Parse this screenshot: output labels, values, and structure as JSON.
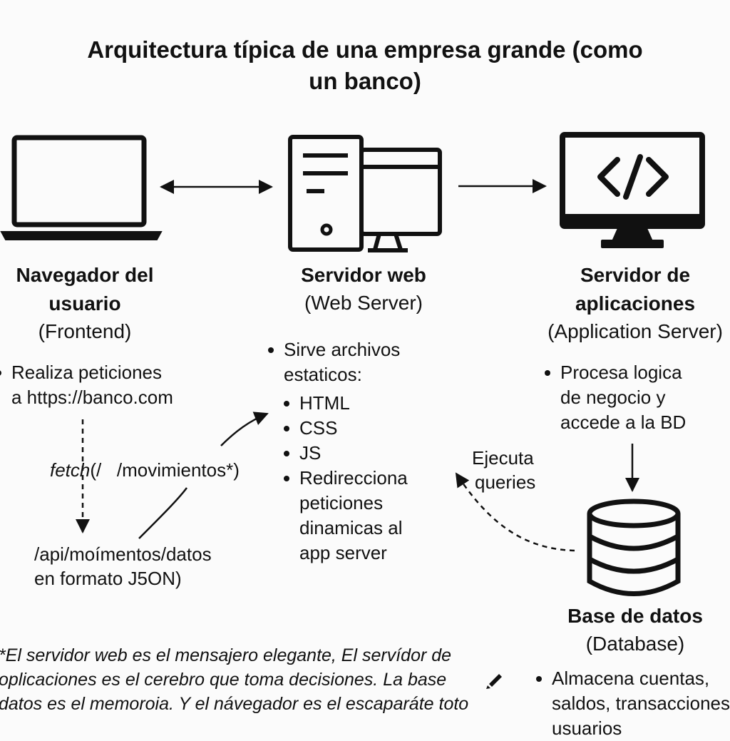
{
  "title": {
    "line1": "Arquitectura típica de una empresa grande (como",
    "line2": "un banco)"
  },
  "browser": {
    "title1": "Navegador del",
    "title2": "usuario",
    "subtitle": "(Frontend)",
    "bullet_line1": "Realiza peticiones",
    "bullet_line2": "a https://banco.com"
  },
  "webserver": {
    "title": "Servidor web",
    "subtitle": "(Web Server)",
    "bullets": [
      "Sirve archivos estaticos:",
      "HTML",
      "CSS",
      "JS",
      "Redirecciona peticiones dinamicas al app server"
    ]
  },
  "appserver": {
    "title1": "Servidor de",
    "title2": "aplicaciones",
    "subtitle": "(Application Server)",
    "bullet": "Procesa logica de negocio y accede a la BD"
  },
  "database": {
    "title": "Base de datos",
    "subtitle": "(Database)",
    "bullet_line1": "Almacena cuentas,",
    "bullet_line2": "saldos, transacciones",
    "bullet_line3": "usuarios"
  },
  "annotations": {
    "fetch_prefix": "fetch",
    "fetch_rest": "(/   /movimientos*)",
    "response_line1": "/api/moímentos/datos",
    "response_line2": "en formato J5ON)",
    "queries_line1": "Ejecuta",
    "queries_line2": "queries"
  },
  "footnote": {
    "line1": "*El servidor web es el mensajero elegante, El servídor de",
    "line2": "oplicaciones es el cerebro que toma decisiones. La base",
    "line3": "datos es el memoroia. Y el návegador es el escaparáte toto"
  },
  "icons": [
    "laptop-icon",
    "server-monitor-icon",
    "code-monitor-icon",
    "database-icon",
    "pencil-icon"
  ]
}
